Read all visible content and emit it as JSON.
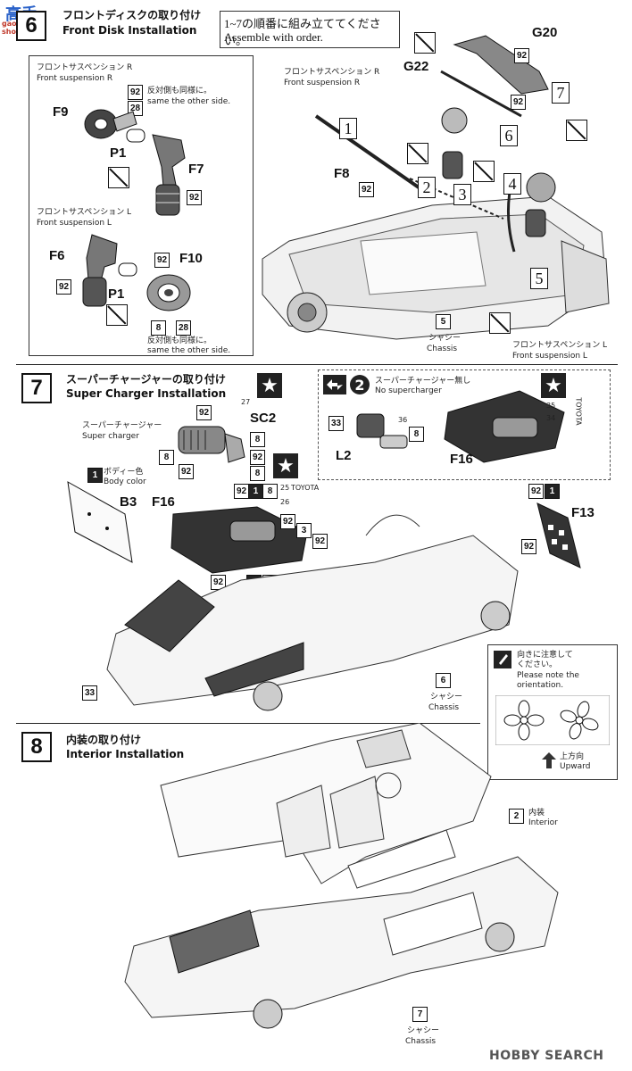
{
  "watermark": {
    "logo_text": "高手",
    "site": "gao-shou.com"
  },
  "step6": {
    "number": "6",
    "title_jp": "フロントディスクの取り付け",
    "title_en": "Front Disk Installation",
    "note_jp": "1~7の順番に組み立ててください。",
    "note_en": "Assemble with order.",
    "inset": {
      "r_label_jp": "フロントサスペンション R",
      "r_label_en": "Front suspension R",
      "same_jp_1": "反対側も同様に。",
      "same_en_1": "same the other side.",
      "l_label_jp": "フロントサスペンション L",
      "l_label_en": "Front suspension L",
      "same_jp_2": "反対側も同様に。",
      "same_en_2": "same the other side.",
      "parts": {
        "f9": "F9",
        "p1a": "P1",
        "f7": "F7",
        "f6": "F6",
        "f10": "F10",
        "p1b": "P1"
      },
      "codes": {
        "c92a": "92",
        "c28a": "28",
        "c92b": "92",
        "c92c": "92",
        "c92d": "92",
        "c8": "8",
        "c28b": "28"
      }
    },
    "main": {
      "r_label_jp": "フロントサスペンション R",
      "r_label_en": "Front suspension R",
      "l_label_jp": "フロントサスペンション L",
      "l_label_en": "Front suspension L",
      "chassis_jp": "シャシー",
      "chassis_en": "Chassis",
      "chassis_num": "5",
      "parts": {
        "g20": "G20",
        "g22": "G22",
        "f8": "F8"
      },
      "codes": {
        "c92a": "92",
        "c92b": "92",
        "c92c": "92"
      },
      "order": [
        "1",
        "2",
        "3",
        "4",
        "5",
        "6",
        "7"
      ]
    }
  },
  "step7": {
    "number": "7",
    "title_jp": "スーパーチャージャーの取り付け",
    "title_en": "Super Charger Installation",
    "sc_jp": "スーパーチャージャー",
    "sc_en": "Super charger",
    "body_color_jp": "ボディー色",
    "body_color_en": "Body color",
    "no_sc_jp": "スーパーチャージャー無し",
    "no_sc_en": "No supercharger",
    "alt_num": "2",
    "parts": {
      "sc2": "SC2",
      "b3": "B3",
      "f16a": "F16",
      "f16b": "F16",
      "f13": "F13",
      "l2": "L2"
    },
    "codes": {
      "c27": "27",
      "c25": "25",
      "c26": "26",
      "c35": "35",
      "c34": "34",
      "c36": "36",
      "c33a": "33",
      "c33b": "33",
      "c3": "3",
      "c8": "8",
      "c1": "1",
      "c92": "92"
    },
    "brand_text": "TOYOTA",
    "chassis_jp": "シャシー",
    "chassis_en": "Chassis",
    "chassis_num": "6",
    "orient_jp_1": "向きに注意して",
    "orient_jp_2": "ください。",
    "orient_en_1": "Please note the",
    "orient_en_2": "orientation.",
    "upward_jp": "上方向",
    "upward_en": "Upward"
  },
  "step8": {
    "number": "8",
    "title_jp": "内装の取り付け",
    "title_en": "Interior Installation",
    "interior_jp": "内装",
    "interior_en": "Interior",
    "interior_num": "2",
    "chassis_jp": "シャシー",
    "chassis_en": "Chassis",
    "chassis_num": "7"
  },
  "footer": {
    "site": "HOBBY SEARCH"
  }
}
